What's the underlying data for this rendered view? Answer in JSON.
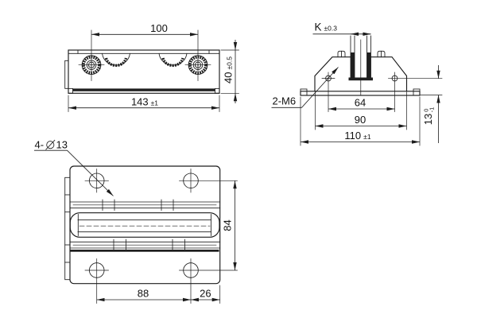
{
  "drawing": {
    "line_color": "#1c1c1c",
    "front_view": {
      "dim_bolt_spacing": {
        "value": "100"
      },
      "dim_overall_width": {
        "value": "143",
        "tol": "±1"
      },
      "dim_height": {
        "value": "40",
        "tol": "±0.5"
      }
    },
    "side_view": {
      "dim_slot_width": {
        "label": "K",
        "tol": "±0.3"
      },
      "thread_label": "2-M6",
      "dim_hole_spacing": {
        "value": "64"
      },
      "dim_body_width": {
        "value": "90"
      },
      "dim_base_width": {
        "value": "110",
        "tol": "±1"
      },
      "dim_base_height": {
        "value": "13",
        "tol_upper": "0",
        "tol_lower": "-1"
      }
    },
    "top_view": {
      "hole_label": {
        "count_prefix": "4-",
        "value": "13"
      },
      "dim_hole_spacing_vertical": {
        "value": "84"
      },
      "dim_hole_spacing_horizontal": {
        "value": "88"
      },
      "dim_edge_offset": {
        "value": "26"
      }
    }
  }
}
